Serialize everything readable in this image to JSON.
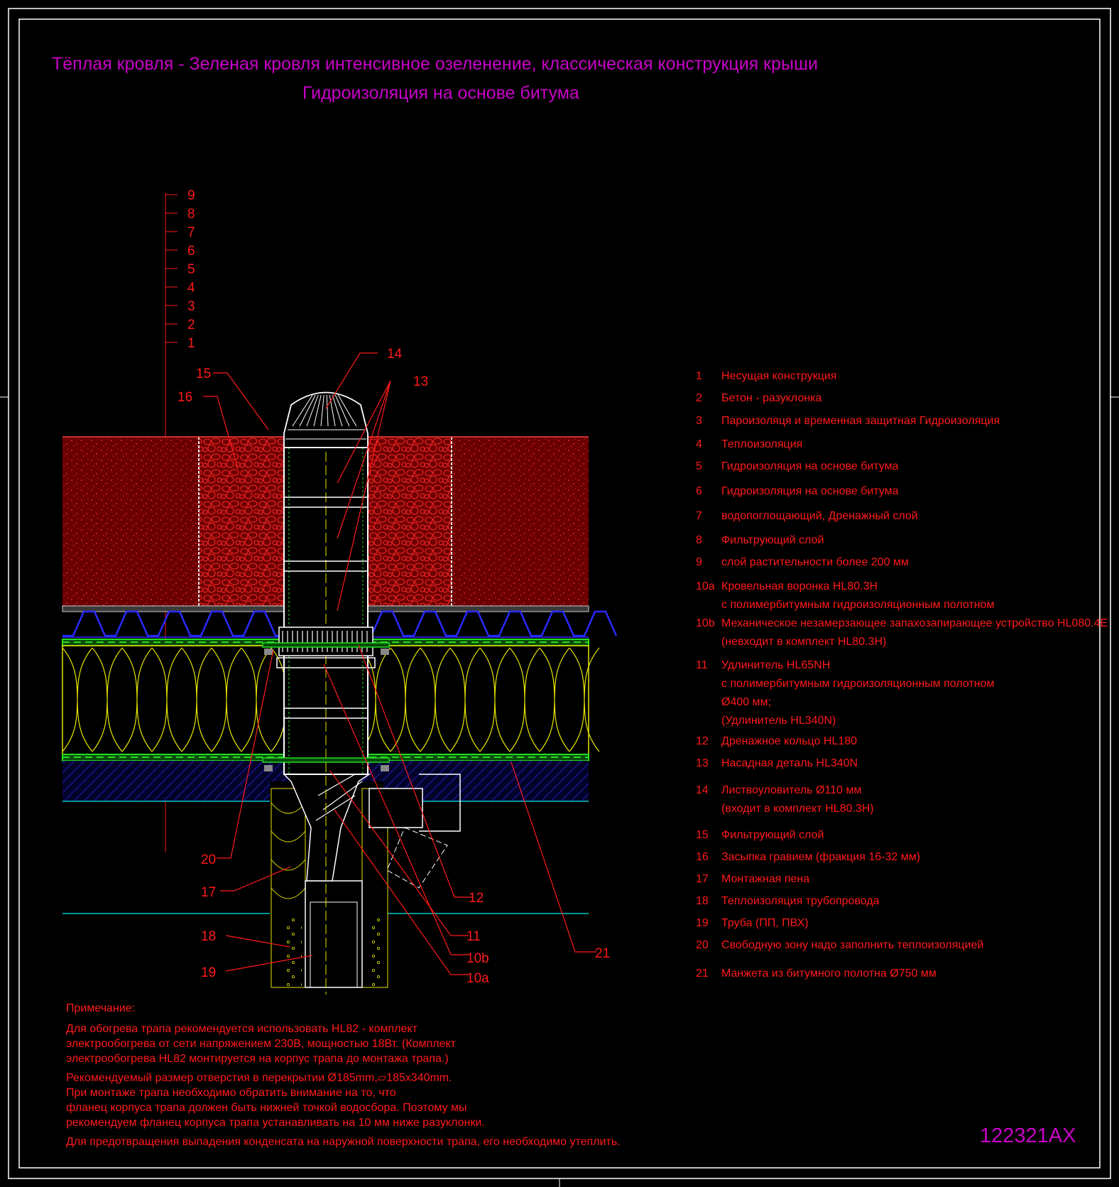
{
  "title": {
    "line1": "Тёплая кровля - Зеленая кровля интенсивное озеленение, классическая конструкция крыши",
    "line2": "Гидроизоляция на основе битума"
  },
  "layer_numbers": [
    "9",
    "8",
    "7",
    "6",
    "5",
    "4",
    "3",
    "2",
    "1"
  ],
  "callouts": {
    "c14": "14",
    "c13": "13",
    "c15": "15",
    "c16": "16",
    "c20": "20",
    "c17": "17",
    "c18": "18",
    "c19": "19",
    "c12": "12",
    "c11": "11",
    "c10b": "10b",
    "c10a": "10a",
    "c21": "21"
  },
  "legend": [
    {
      "num": "1",
      "lines": [
        "Несущая конструкция"
      ]
    },
    {
      "num": "2",
      "lines": [
        "Бетон - разуклонка"
      ]
    },
    {
      "num": "3",
      "lines": [
        "Пароизоляця и временная защитная Гидроизоляция"
      ]
    },
    {
      "num": "4",
      "lines": [
        "Теплоизоляция"
      ]
    },
    {
      "num": "5",
      "lines": [
        "Гидроизоляция на основе битума"
      ]
    },
    {
      "num": "6",
      "lines": [
        "Гидроизоляция на основе битума"
      ]
    },
    {
      "num": "7",
      "lines": [
        "водопоглощающий, Дренажный слой"
      ]
    },
    {
      "num": "8",
      "lines": [
        "Фильтрующий слой"
      ]
    },
    {
      "num": "9",
      "lines": [
        "слой растительности более 200 мм"
      ]
    },
    {
      "num": "10a",
      "lines": [
        "Кровельная воронка HL80.3H",
        "с полимербитумным гидроизоляционным полотном"
      ]
    },
    {
      "num": "10b",
      "lines": [
        "Механическое незамерзающее запахозапирающее устройство HL080.4E",
        "(невходит в комплект HL80.3H)"
      ]
    },
    {
      "num": "11",
      "lines": [
        "Удлинитель HL65NH",
        " с полимербитумным гидроизоляционным полотном",
        "Ø400 мм;",
        "(Удлинитель HL340N)"
      ]
    },
    {
      "num": "12",
      "lines": [
        "Дренажное кольцо HL180"
      ]
    },
    {
      "num": "13",
      "lines": [
        "Насадная деталь HL340N"
      ]
    },
    {
      "num": "14",
      "lines": [
        "Листвоуловитель Ø110 мм",
        "(входит в комплект HL80.3H)"
      ]
    },
    {
      "num": "15",
      "lines": [
        "Фильтрующий слой"
      ]
    },
    {
      "num": "16",
      "lines": [
        "Засыпка гравием (фракция 16-32 мм)"
      ]
    },
    {
      "num": "17",
      "lines": [
        "Монтажная пена"
      ]
    },
    {
      "num": "18",
      "lines": [
        "Теплоизоляция трубопровода"
      ]
    },
    {
      "num": "19",
      "lines": [
        "Труба (ПП, ПВХ)"
      ]
    },
    {
      "num": "20",
      "lines": [
        "Свободную зону надо заполнить теплоизоляцией"
      ]
    },
    {
      "num": "21",
      "lines": [
        "Манжета из битумного полотна Ø750 мм"
      ]
    }
  ],
  "notes": {
    "heading": "Примечание:",
    "lines": [
      "Для обогрева трапа рекомендуется использовать HL82 - комплект",
      "электрообогрева от сети напряжением 230В, мощностью 18Вт. (Комплект",
      "электрообогрева HL82 монтируется на корпус трапа до монтажа трапа.)",
      "Рекомендуемый размер отверстия в перекрытии Ø185mm,▱185x340mm.",
      "При монтаже трапа необходимо обратить внимание на то, что",
      "фланец корпуса трапа должен быть нижней точкой водосбора. Поэтому мы",
      "рекомендуем фланец корпуса трапа устанавливать на 10 мм ниже разуклонки.",
      "Для предотвращения выпадения конденсата на наружной поверхности трапа, его необходимо утеплить."
    ]
  },
  "drawing_code": "122321AX",
  "colors": {
    "background": "#000000",
    "title": "#c800c8",
    "annotation": "#ff1a1a",
    "frame": "#ffffff",
    "insulation": "#e6e600",
    "membrane": "#22dd22",
    "drainage": "#2a2aff",
    "concrete_hatch": "#1e1eb4",
    "slab_line": "#00c8c8"
  }
}
